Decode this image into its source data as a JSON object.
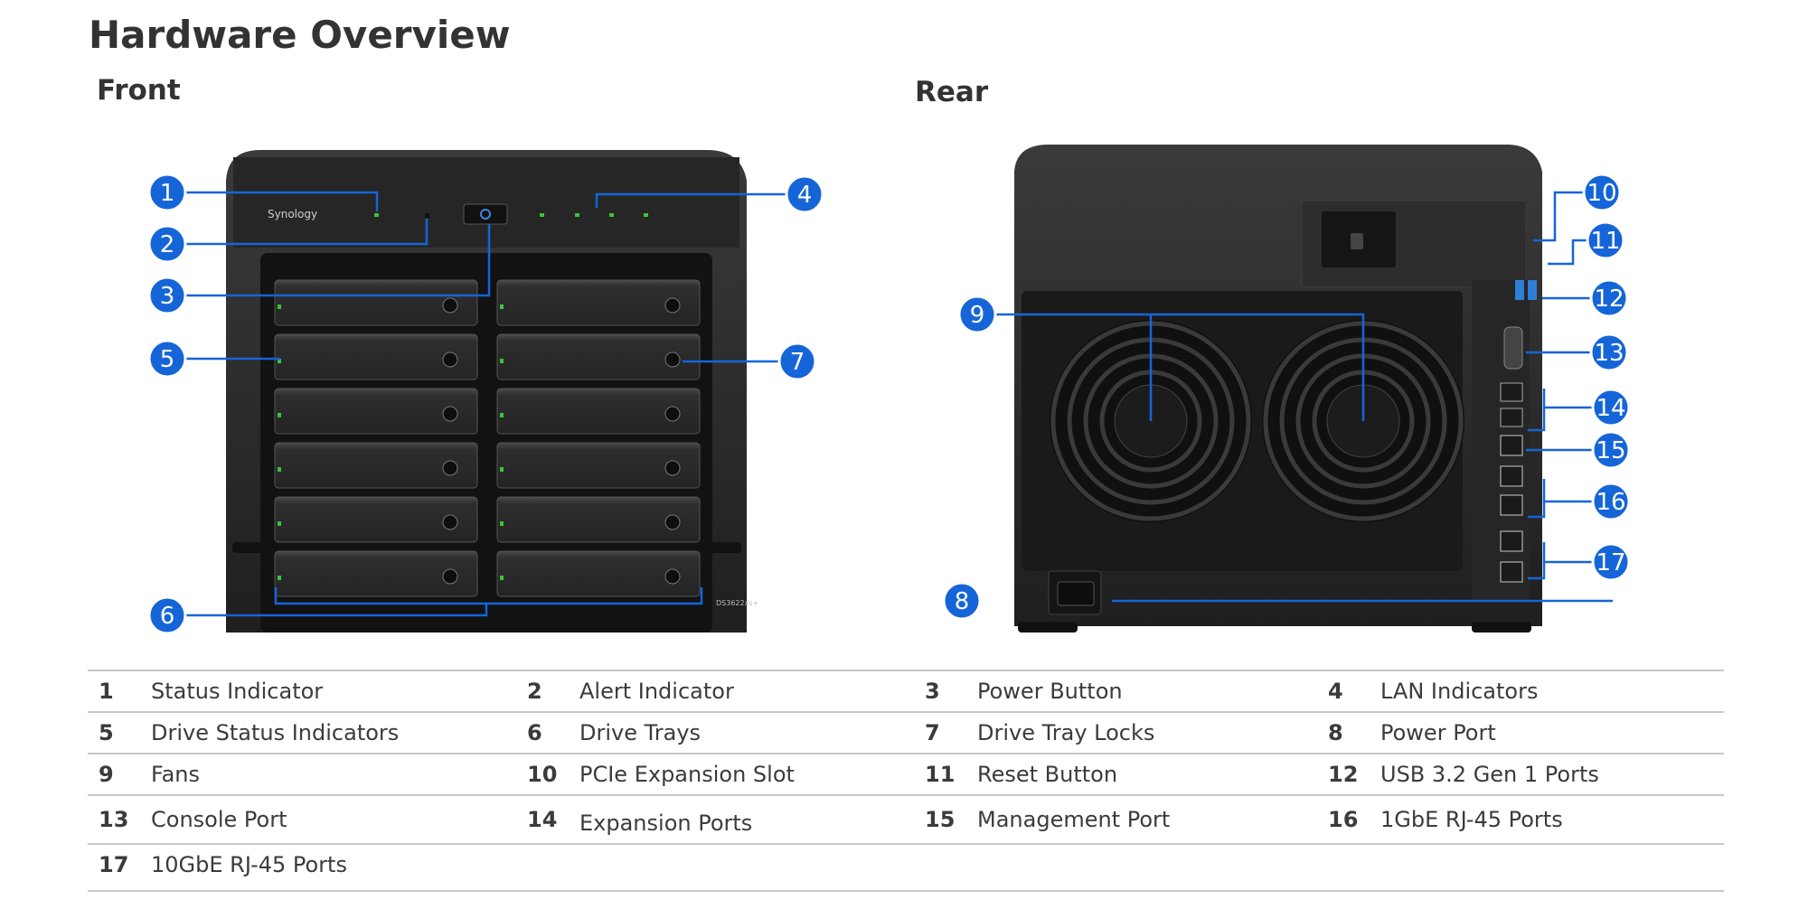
{
  "title": "Hardware Overview",
  "front": {
    "heading": "Front"
  },
  "rear": {
    "heading": "Rear"
  },
  "colors": {
    "callout": "#1565d8",
    "chassis": "#2b2b2b",
    "divider": "#c8c8c8",
    "led": "#3ac43a"
  },
  "device_labels": {
    "brand": "Synology",
    "model": "DS3622xs+"
  },
  "legend": [
    [
      {
        "n": "1",
        "label": "Status Indicator"
      },
      {
        "n": "2",
        "label": "Alert Indicator"
      },
      {
        "n": "3",
        "label": "Power Button"
      },
      {
        "n": "4",
        "label": "LAN Indicators"
      }
    ],
    [
      {
        "n": "5",
        "label": "Drive Status Indicators"
      },
      {
        "n": "6",
        "label": "Drive Trays"
      },
      {
        "n": "7",
        "label": "Drive Tray Locks"
      },
      {
        "n": "8",
        "label": "Power Port"
      }
    ],
    [
      {
        "n": "9",
        "label": "Fans"
      },
      {
        "n": "10",
        "label": "PCIe Expansion Slot"
      },
      {
        "n": "11",
        "label": "Reset Button"
      },
      {
        "n": "12",
        "label": "USB 3.2 Gen 1 Ports"
      }
    ],
    [
      {
        "n": "13",
        "label": "Console Port"
      },
      {
        "n": "14",
        "label": "Expansion Ports"
      },
      {
        "n": "15",
        "label": "Management Port"
      },
      {
        "n": "16",
        "label": "1GbE RJ-45 Ports"
      }
    ],
    [
      {
        "n": "17",
        "label": "10GbE RJ-45 Ports"
      }
    ]
  ],
  "callouts": [
    "1",
    "2",
    "3",
    "4",
    "5",
    "6",
    "7",
    "8",
    "9",
    "10",
    "11",
    "12",
    "13",
    "14",
    "15",
    "16",
    "17"
  ]
}
